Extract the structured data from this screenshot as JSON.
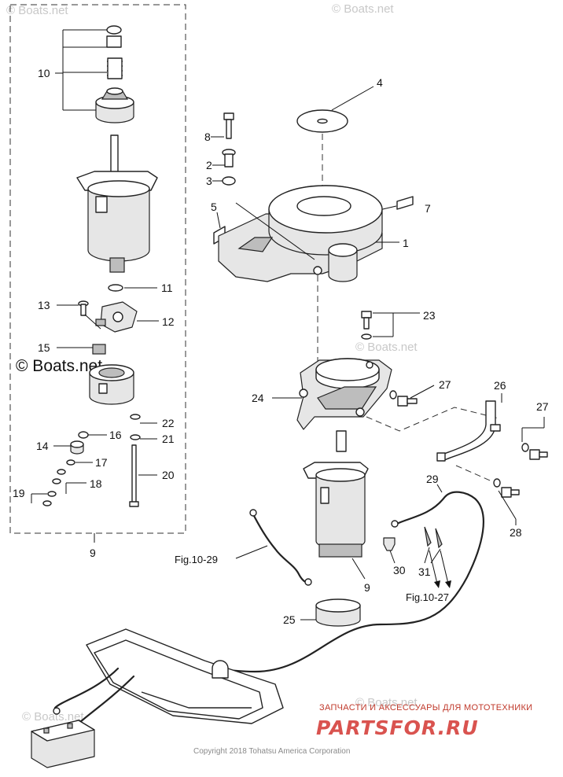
{
  "callouts": {
    "c1": "1",
    "c2": "2",
    "c3": "3",
    "c4": "4",
    "c5": "5",
    "c7": "7",
    "c8": "8",
    "c9_group": "9",
    "c9_motor": "9",
    "c10": "10",
    "c11": "11",
    "c12": "12",
    "c13": "13",
    "c14": "14",
    "c15": "15",
    "c16": "16",
    "c17": "17",
    "c18": "18",
    "c19": "19",
    "c20": "20",
    "c21": "21",
    "c22": "22",
    "c23": "23",
    "c24": "24",
    "c25": "25",
    "c26": "26",
    "c27a": "27",
    "c27b": "27",
    "c28": "28",
    "c29": "29",
    "c30": "30",
    "c31": "31"
  },
  "references": {
    "fig_left": "Fig.10-29",
    "fig_right": "Fig.10-27"
  },
  "watermarks": {
    "main": "© Boats.net",
    "top_left": "© Boats.net",
    "top_right": "© Boats.net",
    "mid_right": "© Boats.net",
    "bottom_left": "© Boats.net",
    "bottom_mid": "© Boats.net"
  },
  "branding": {
    "tagline": "ЗАПЧАСТИ И АКСЕССУАРЫ ДЛЯ МОТОТЕХНИКИ",
    "site": "PARTSFOR.RU"
  },
  "copyright": "Copyright 2018 Tohatsu America Corporation"
}
